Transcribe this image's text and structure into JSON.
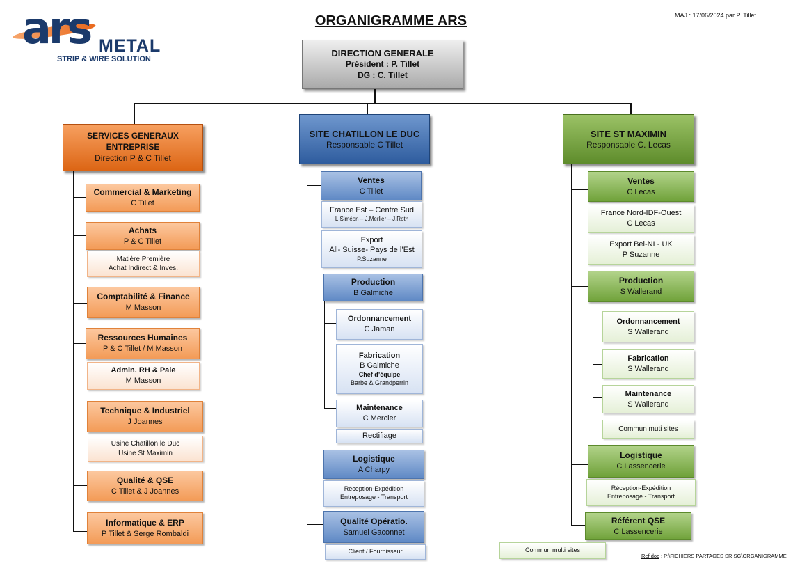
{
  "logo": {
    "ars": "ars",
    "metal": "METAL",
    "tagline": "STRIP & WIRE SOLUTION"
  },
  "title": "ORGANIGRAMME ARS",
  "update": "MAJ : 17/06/2024 par P. Tillet",
  "direction": {
    "l1": "DIRECTION GENERALE",
    "l2": "Président : P. Tillet",
    "l3": "DG : C. Tillet"
  },
  "services": {
    "header": {
      "l1": "SERVICES GENERAUX",
      "l2": "ENTREPRISE",
      "l3": "Direction P & C Tillet"
    },
    "commercial": {
      "title": "Commercial & Marketing",
      "name": "C Tillet"
    },
    "achats": {
      "title": "Achats",
      "name": "P & C Tillet",
      "sub1": "Matière Première",
      "sub2": "Achat Indirect & Inves."
    },
    "compta": {
      "title": "Comptabilité & Finance",
      "name": "M Masson"
    },
    "rh": {
      "title": "Ressources Humaines",
      "name": "P & C Tillet / M Masson",
      "sub_title": "Admin. RH & Paie",
      "sub_name": "M Masson"
    },
    "technique": {
      "title": "Technique & Industriel",
      "name": "J Joannes",
      "sub1": "Usine Chatillon le Duc",
      "sub2": "Usine St Maximin"
    },
    "qualite": {
      "title": "Qualité & QSE",
      "name": "C Tillet & J Joannes"
    },
    "informatique": {
      "title": "Informatique & ERP",
      "name": "P Tillet & Serge Rombaldi"
    }
  },
  "chatillon": {
    "header": {
      "l1": "SITE CHATILLON LE DUC",
      "l2": "Responsable C Tillet"
    },
    "ventes": {
      "title": "Ventes",
      "name": "C Tillet",
      "fr_title": "France Est – Centre Sud",
      "fr_names": "L.Siméon – J.Merlier – J.Roth",
      "exp1": "Export",
      "exp2": "All- Suisse- Pays de l’Est",
      "exp3": "P.Suzanne"
    },
    "production": {
      "title": "Production",
      "name": "B Galmiche"
    },
    "ordo": {
      "title": "Ordonnancement",
      "name": "C Jaman"
    },
    "fabrication": {
      "title": "Fabrication",
      "name": "B Galmiche",
      "chef": "Chef d’équipe",
      "chef_names": "Barbe & Grandperrin"
    },
    "maintenance": {
      "title": "Maintenance",
      "name": "C Mercier"
    },
    "rectifiage": "Rectifiage",
    "logistique": {
      "title": "Logistique",
      "name": "A Charpy",
      "sub1": "Réception-Expédition",
      "sub2": "Entreposage - Transport"
    },
    "qualite": {
      "title": "Qualité  Opératio.",
      "name": "Samuel Gaconnet",
      "sub": "Client / Fournisseur"
    }
  },
  "maximin": {
    "header": {
      "l1": "SITE ST MAXIMIN",
      "l2": "Responsable C. Lecas"
    },
    "ventes": {
      "title": "Ventes",
      "name": "C Lecas",
      "fr1": "France Nord-IDF-Ouest",
      "fr2": "C Lecas",
      "exp1": "Export Bel-NL- UK",
      "exp2": "P Suzanne"
    },
    "production": {
      "title": "Production",
      "name": "S Wallerand"
    },
    "ordo": {
      "title": "Ordonnancement",
      "name": "S Wallerand"
    },
    "fabrication": {
      "title": "Fabrication",
      "name": "S Wallerand"
    },
    "maintenance": {
      "title": "Maintenance",
      "name": "S Wallerand"
    },
    "commun": "Commun muti sites",
    "logistique": {
      "title": "Logistique",
      "name": "C Lassencerie",
      "sub1": "Réception-Expédition",
      "sub2": "Entreposage - Transport"
    },
    "qse": {
      "title": "Référent QSE",
      "name": "C Lassencerie"
    }
  },
  "commun_multi": "Commun multi sites",
  "ref_label": "Ref doc",
  "ref_value": " : P:\\FICHIERS PARTAGES SR SG\\ORGANIGRAMME",
  "colors": {
    "orange": "#e36c1b",
    "blue": "#2e5c9e",
    "green": "#5e8c2b",
    "navy": "#1b3a6b"
  }
}
